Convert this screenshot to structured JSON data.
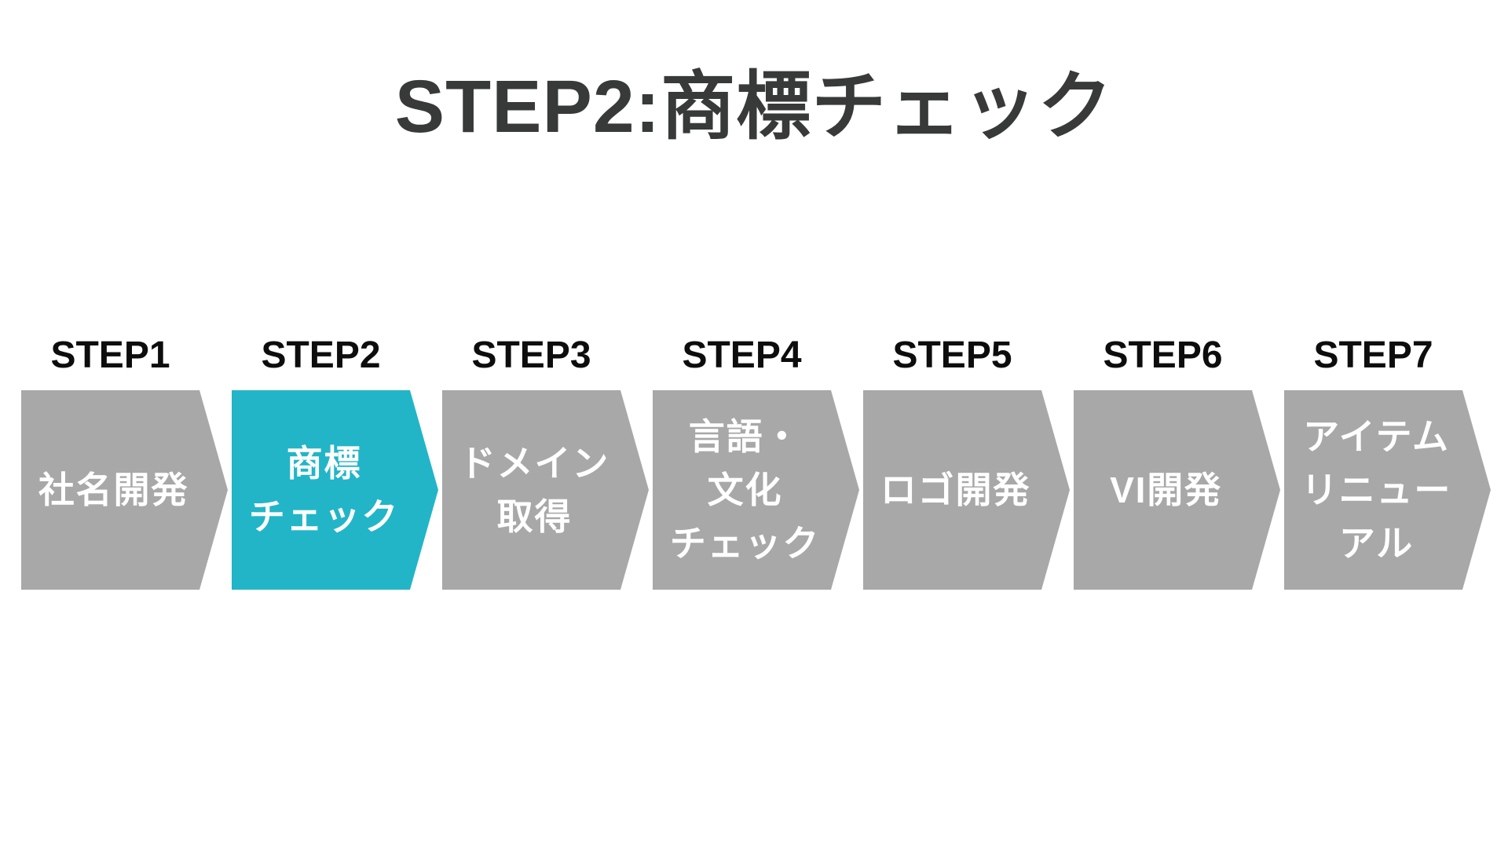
{
  "title": "STEP2:商標チェック",
  "steps": [
    {
      "label": "STEP1",
      "lines": [
        "社名開発"
      ],
      "active": false
    },
    {
      "label": "STEP2",
      "lines": [
        "商標",
        "チェック"
      ],
      "active": true
    },
    {
      "label": "STEP3",
      "lines": [
        "ドメイン",
        "取得"
      ],
      "active": false
    },
    {
      "label": "STEP4",
      "lines": [
        "言語・",
        "文化",
        "チェック"
      ],
      "active": false
    },
    {
      "label": "STEP5",
      "lines": [
        "ロゴ開発"
      ],
      "active": false
    },
    {
      "label": "STEP6",
      "lines": [
        "VI開発"
      ],
      "active": false
    },
    {
      "label": "STEP7",
      "lines": [
        "アイテム",
        "リニュー",
        "アル"
      ],
      "active": false
    }
  ],
  "colors": {
    "active": "#22b5c7",
    "inactive": "#a8a8a8",
    "title": "#373a39",
    "label": "#0d0d0d",
    "step_text": "#ffffff"
  }
}
